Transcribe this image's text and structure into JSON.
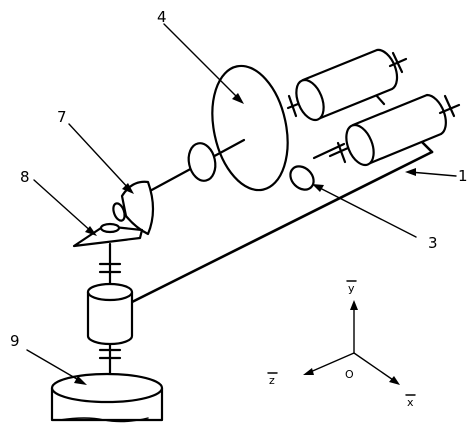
{
  "part_labels": {
    "p1": "1",
    "p3": "3",
    "p4": "4",
    "p7": "7",
    "p8": "8",
    "p9": "9"
  },
  "axis_labels": {
    "y": "y",
    "z": "z",
    "x": "x",
    "origin": "O"
  }
}
